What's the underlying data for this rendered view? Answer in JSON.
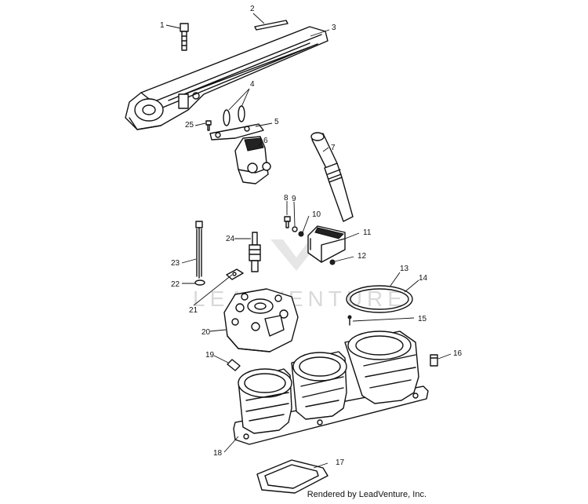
{
  "watermark": {
    "text": "LEADVENTURE"
  },
  "footer": {
    "credit": "Rendered by LeadVenture, Inc."
  },
  "callouts": {
    "c1": "1",
    "c2": "2",
    "c3": "3",
    "c4": "4",
    "c5": "5",
    "c6": "6",
    "c7": "7",
    "c8": "8",
    "c9": "9",
    "c10": "10",
    "c11": "11",
    "c12": "12",
    "c13": "13",
    "c14": "14",
    "c15": "15",
    "c16": "16",
    "c17": "17",
    "c18": "18",
    "c19": "19",
    "c20": "20",
    "c21": "21",
    "c22": "22",
    "c23": "23",
    "c24": "24",
    "c25": "25"
  },
  "colors": {
    "line": "#111111",
    "watermark": "#d9d9d9",
    "background": "#ffffff"
  }
}
